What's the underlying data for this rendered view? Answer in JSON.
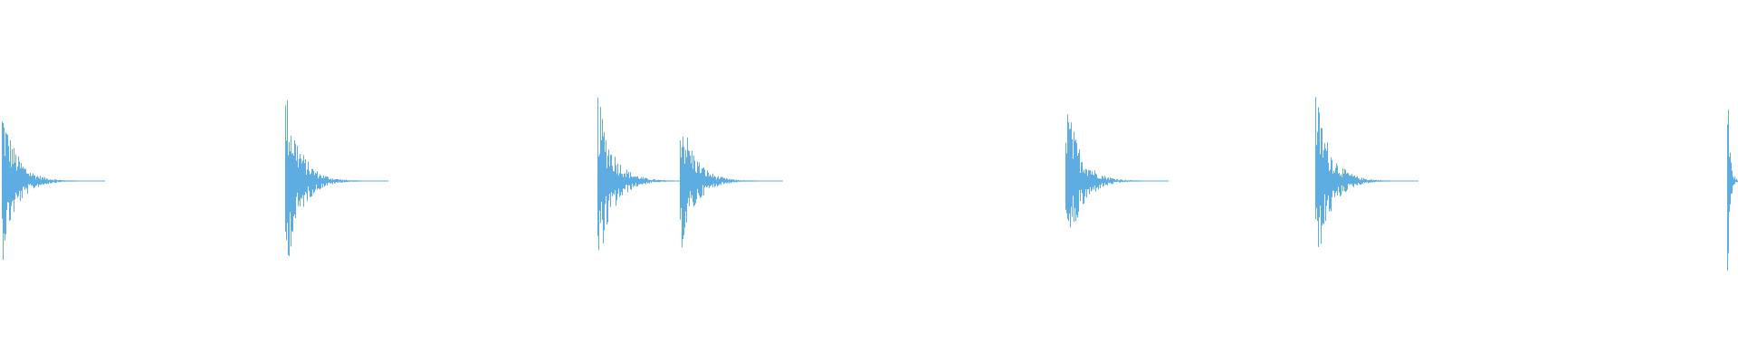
{
  "waveform": {
    "color": "#5dade2",
    "background": "#ffffff",
    "duration_fraction_visible": 1.0,
    "transients": [
      {
        "time": 0.001,
        "peak_up": 0.75,
        "peak_down": 0.74,
        "decay": 0.037
      },
      {
        "time": 0.164,
        "peak_up": 0.91,
        "peak_down": 0.92,
        "decay": 0.037
      },
      {
        "time": 0.344,
        "peak_up": 0.84,
        "peak_down": 0.86,
        "decay": 0.038
      },
      {
        "time": 0.391,
        "peak_up": 0.73,
        "peak_down": 0.72,
        "decay": 0.037
      },
      {
        "time": 0.613,
        "peak_up": 0.84,
        "peak_down": 0.86,
        "decay": 0.037
      },
      {
        "time": 0.757,
        "peak_up": 0.88,
        "peak_down": 0.89,
        "decay": 0.037
      },
      {
        "time": 0.994,
        "peak_up": 1.0,
        "peak_down": 1.0,
        "decay": 0.006
      }
    ]
  }
}
